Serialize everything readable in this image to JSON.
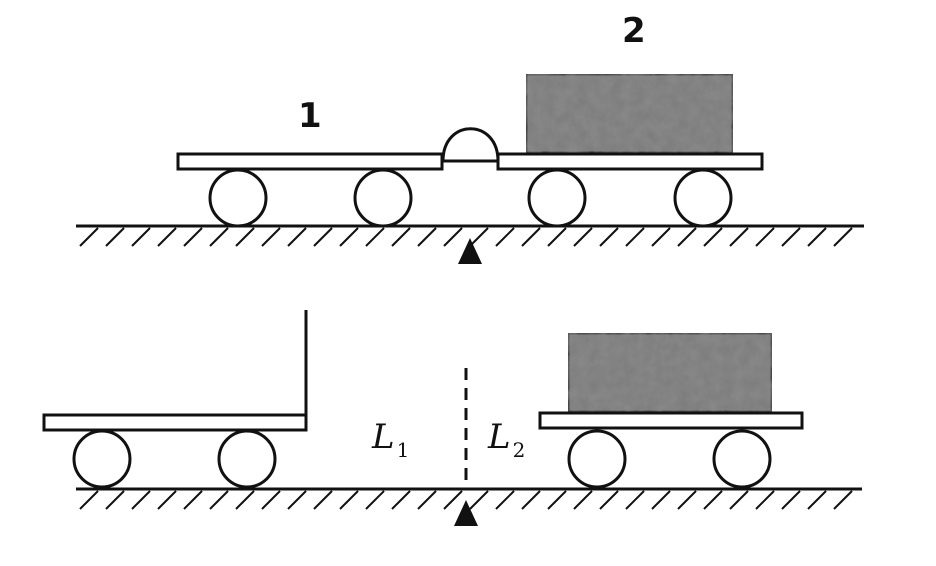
{
  "top_scene": {
    "cart1_label": "1",
    "cart2_label": "2"
  },
  "bottom_scene": {
    "L1_letter": "L",
    "L1_subscript": "1",
    "L2_letter": "L",
    "L2_subscript": "2"
  },
  "colors": {
    "line": "#111111",
    "platform_fill": "#ffffff",
    "cargo_fill": "#7a7a7a",
    "background": "#ffffff"
  }
}
